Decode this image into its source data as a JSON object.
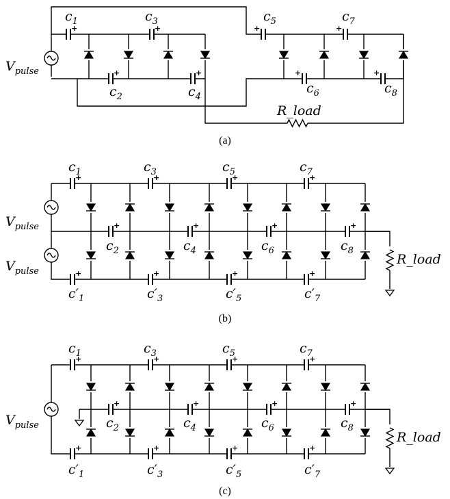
{
  "panels": {
    "a": {
      "caption": "(a)",
      "source": {
        "main": "V",
        "sub": "pulse"
      },
      "load": "R_load",
      "caps": [
        {
          "main": "c",
          "sub": "1"
        },
        {
          "main": "c",
          "sub": "2"
        },
        {
          "main": "c",
          "sub": "3"
        },
        {
          "main": "c",
          "sub": "4"
        },
        {
          "main": "c",
          "sub": "5"
        },
        {
          "main": "c",
          "sub": "6"
        },
        {
          "main": "c",
          "sub": "7"
        },
        {
          "main": "c",
          "sub": "8"
        }
      ]
    },
    "b": {
      "caption": "(b)",
      "sources": [
        {
          "main": "V",
          "sub": "pulse"
        },
        {
          "main": "V",
          "sub": "pulse"
        }
      ],
      "load": "R_load",
      "top_caps": [
        {
          "main": "c",
          "sub": "1"
        },
        {
          "main": "c",
          "sub": "3"
        },
        {
          "main": "c",
          "sub": "5"
        },
        {
          "main": "c",
          "sub": "7"
        }
      ],
      "mid_caps": [
        {
          "main": "c",
          "sub": "2"
        },
        {
          "main": "c",
          "sub": "4"
        },
        {
          "main": "c",
          "sub": "6"
        },
        {
          "main": "c",
          "sub": "8"
        }
      ],
      "bot_caps": [
        {
          "main": "c′",
          "sub": "1"
        },
        {
          "main": "c′",
          "sub": "3"
        },
        {
          "main": "c′",
          "sub": "5"
        },
        {
          "main": "c′",
          "sub": "7"
        }
      ]
    },
    "c": {
      "caption": "(c)",
      "source": {
        "main": "V",
        "sub": "pulse"
      },
      "load": "R_load",
      "top_caps": [
        {
          "main": "c",
          "sub": "1"
        },
        {
          "main": "c",
          "sub": "3"
        },
        {
          "main": "c",
          "sub": "5"
        },
        {
          "main": "c",
          "sub": "7"
        }
      ],
      "mid_caps": [
        {
          "main": "c",
          "sub": "2"
        },
        {
          "main": "c",
          "sub": "4"
        },
        {
          "main": "c",
          "sub": "6"
        },
        {
          "main": "c",
          "sub": "8"
        }
      ],
      "bot_caps": [
        {
          "main": "c′",
          "sub": "1"
        },
        {
          "main": "c′",
          "sub": "3"
        },
        {
          "main": "c′",
          "sub": "5"
        },
        {
          "main": "c′",
          "sub": "7"
        }
      ]
    }
  },
  "plus_sign": "+",
  "icons": [
    "ac-source-icon",
    "diode-icon",
    "capacitor-icon",
    "resistor-icon",
    "ground-icon"
  ],
  "colors": {
    "ink": "#000000",
    "background": "#ffffff"
  }
}
